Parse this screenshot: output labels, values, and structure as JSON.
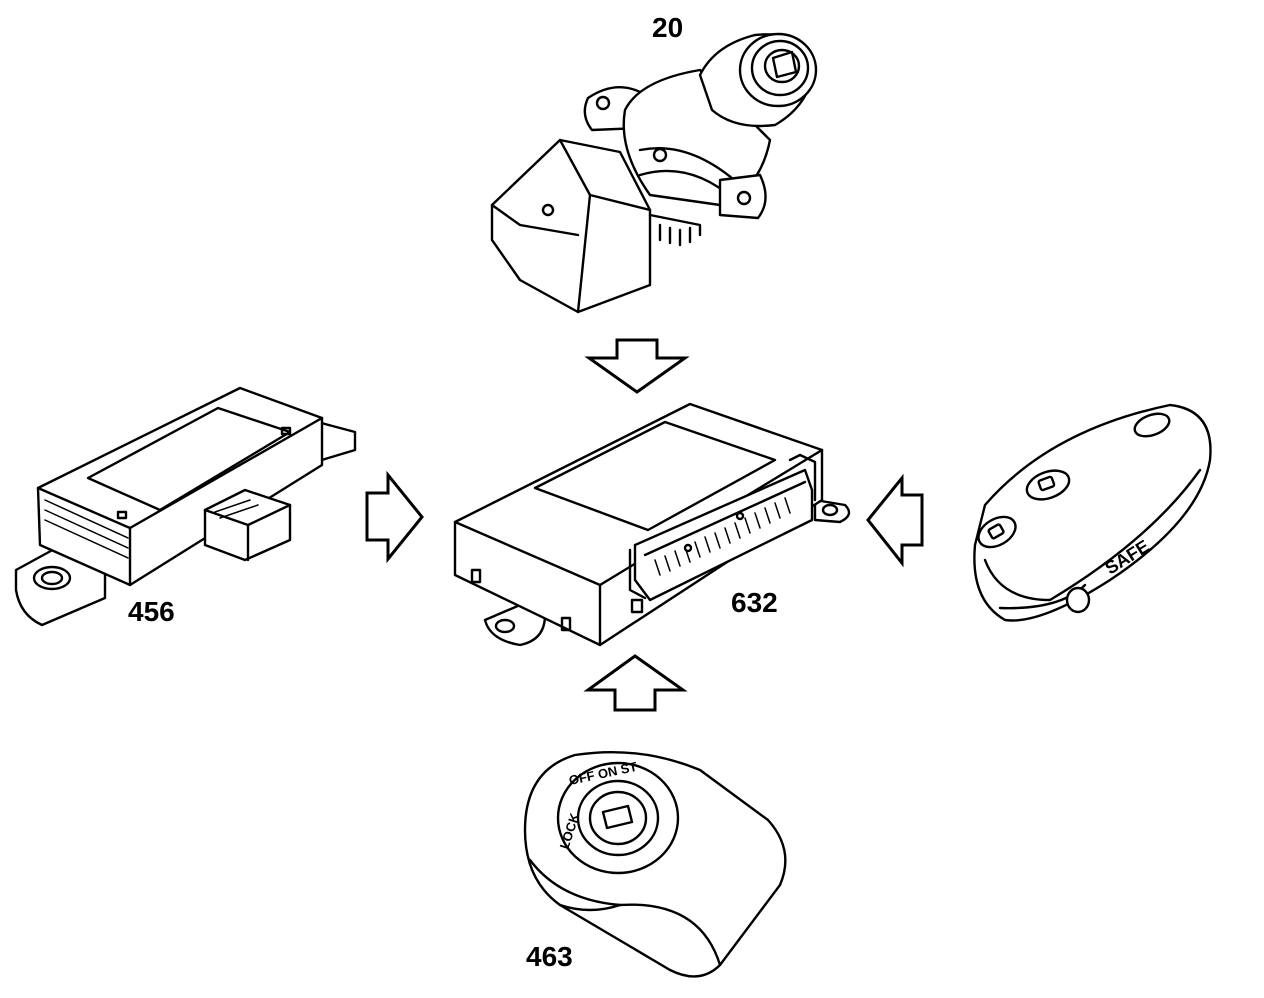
{
  "figure": {
    "background": "#ffffff",
    "line_color": "#000000"
  },
  "callouts": {
    "ignition_switch": "20",
    "receiver": "456",
    "control_module": "632",
    "key_lock": "463"
  },
  "key_lock_markings": {
    "lock": "LOCK",
    "positions": "OFF ON ST"
  },
  "remote_markings": {
    "brand": "SAFE"
  },
  "arrows": [
    {
      "from": "ignition_switch",
      "to": "control_module",
      "direction": "down"
    },
    {
      "from": "receiver",
      "to": "control_module",
      "direction": "right"
    },
    {
      "from": "remote_transmitter",
      "to": "control_module",
      "direction": "left"
    },
    {
      "from": "key_lock",
      "to": "control_module",
      "direction": "up"
    }
  ]
}
